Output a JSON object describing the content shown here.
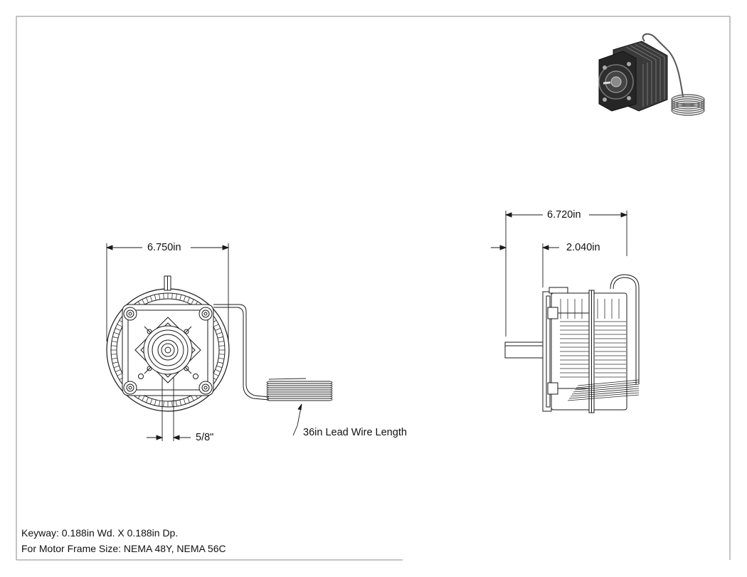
{
  "dimensions": {
    "front_width": "6.750in",
    "side_length": "6.720in",
    "side_offset": "2.040in",
    "shaft_diameter": "5/8\"",
    "lead_wire": "36in Lead Wire Length"
  },
  "notes": {
    "keyway": "Keyway: 0.188in Wd. X 0.188in Dp.",
    "frame_size": "For Motor Frame Size: NEMA 48Y, NEMA 56C"
  },
  "colors": {
    "line": "#1a1a1a",
    "border": "#8a8a8a",
    "iso_body": "#2b2b2b"
  }
}
